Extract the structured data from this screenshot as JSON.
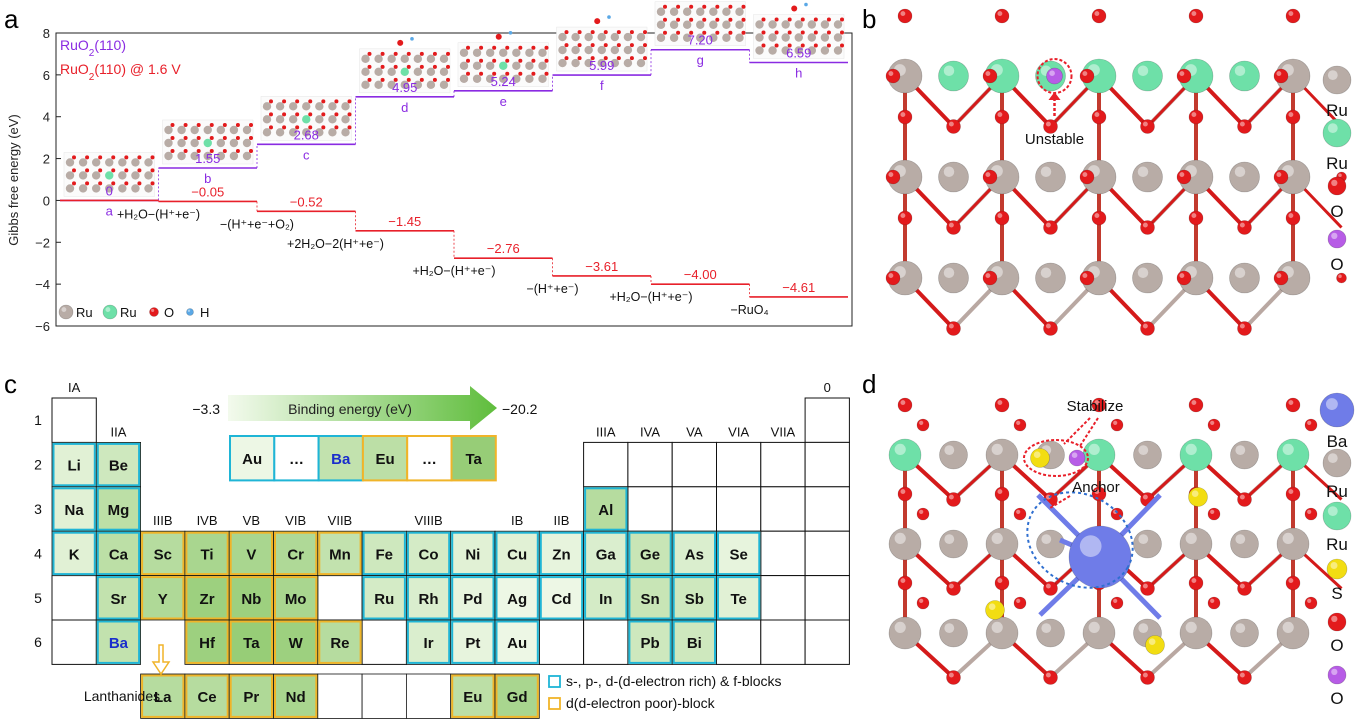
{
  "colors": {
    "purple": "#8a2be2",
    "red": "#e8202a",
    "ru_gray": "#b8aca6",
    "ru_green": "#6ee0a8",
    "oxygen": "#e31a1c",
    "hydrogen": "#5aa8e6",
    "purple_atom": "#b75ce6",
    "sulfur": "#f2dd12",
    "barium": "#6f7ce8",
    "cyan_border": "#1fb5d6",
    "orange_border": "#f0b429",
    "gradient_light": "#eaf6e0",
    "gradient_dark": "#5fbd3c"
  },
  "panels": {
    "a": {
      "letter": "a"
    },
    "b": {
      "letter": "b",
      "unstable_label": "Unstable"
    },
    "c": {
      "letter": "c"
    },
    "d": {
      "letter": "d",
      "stabilize_label": "Stabilize",
      "anchor_label": "Anchor"
    }
  },
  "chart_data": {
    "type": "step",
    "ylabel": "Gibbs free energy (eV)",
    "ylim": [
      -6,
      8
    ],
    "yticks": [
      -6,
      -4,
      -2,
      0,
      2,
      4,
      6,
      8
    ],
    "series": [
      {
        "name": "RuO2(110)",
        "name_sub": "2",
        "values": [
          0,
          1.55,
          2.68,
          4.95,
          5.24,
          5.99,
          7.2,
          6.59
        ],
        "labels": [
          "0",
          "1.55",
          "2.68",
          "4.95",
          "5.24",
          "5.99",
          "7.20",
          "6.59"
        ]
      },
      {
        "name": "RuO2(110) @ 1.6 V",
        "values": [
          0,
          -0.05,
          -0.52,
          -1.45,
          -2.76,
          -3.61,
          -4.0,
          -4.61
        ],
        "labels": [
          "0",
          "−0.05",
          "−0.52",
          "−1.45",
          "−2.76",
          "−3.61",
          "−4.00",
          "−4.61"
        ]
      }
    ],
    "state_labels": [
      "a",
      "b",
      "c",
      "d",
      "e",
      "f",
      "g",
      "h"
    ],
    "step_labels": [
      "+H₂O−(H⁺+e⁻)",
      "−(H⁺+e⁻+O₂)",
      "+2H₂O−2(H⁺+e⁻)",
      "+H₂O−(H⁺+e⁻)",
      "−(H⁺+e⁻)",
      "+H₂O−(H⁺+e⁻)",
      "−RuO₄"
    ],
    "legend": [
      {
        "label": "Ru",
        "color": "#b8aca6"
      },
      {
        "label": "Ru",
        "color": "#6ee0a8"
      },
      {
        "label": "O",
        "color": "#e31a1c"
      },
      {
        "label": "H",
        "color": "#5aa8e6"
      }
    ]
  },
  "legend_b": [
    {
      "label": "Ru",
      "color": "#b8aca6"
    },
    {
      "label": "Ru",
      "color": "#6ee0a8"
    },
    {
      "label": "O",
      "color": "#e31a1c"
    },
    {
      "label": "O",
      "color": "#b75ce6"
    }
  ],
  "legend_d": [
    {
      "label": "Ba",
      "color": "#6f7ce8"
    },
    {
      "label": "Ru",
      "color": "#b8aca6"
    },
    {
      "label": "Ru",
      "color": "#6ee0a8"
    },
    {
      "label": "S",
      "color": "#f2dd12"
    },
    {
      "label": "O",
      "color": "#e31a1c"
    },
    {
      "label": "O",
      "color": "#b75ce6"
    }
  ],
  "periodic": {
    "binding_title": "Binding energy (eV)",
    "binding_min": "−3.3",
    "binding_max": "−20.2",
    "row_numbers": [
      "1",
      "2",
      "3",
      "4",
      "5",
      "6"
    ],
    "group_labels": [
      {
        "t": "IA",
        "c": 1
      },
      {
        "t": "IIA",
        "c": 2
      },
      {
        "t": "IIIB",
        "c": 3
      },
      {
        "t": "IVB",
        "c": 4
      },
      {
        "t": "VB",
        "c": 5
      },
      {
        "t": "VIB",
        "c": 6
      },
      {
        "t": "VIIB",
        "c": 7
      },
      {
        "t": "VIIIB",
        "c": 9
      },
      {
        "t": "IB",
        "c": 11
      },
      {
        "t": "IIB",
        "c": 12
      },
      {
        "t": "IIIA",
        "c": 13
      },
      {
        "t": "IVA",
        "c": 14
      },
      {
        "t": "VA",
        "c": 15
      },
      {
        "t": "VIA",
        "c": 16
      },
      {
        "t": "VIIA",
        "c": 17
      },
      {
        "t": "0",
        "c": 18
      }
    ],
    "elements": [
      {
        "s": "Li",
        "r": 2,
        "c": 1,
        "b": "s",
        "v": 0.15
      },
      {
        "s": "Be",
        "r": 2,
        "c": 2,
        "b": "s",
        "v": 0.3
      },
      {
        "s": "Na",
        "r": 3,
        "c": 1,
        "b": "s",
        "v": 0.15
      },
      {
        "s": "Mg",
        "r": 3,
        "c": 2,
        "b": "s",
        "v": 0.45
      },
      {
        "s": "Al",
        "r": 3,
        "c": 13,
        "b": "s",
        "v": 0.5
      },
      {
        "s": "K",
        "r": 4,
        "c": 1,
        "b": "s",
        "v": 0.15
      },
      {
        "s": "Ca",
        "r": 4,
        "c": 2,
        "b": "s",
        "v": 0.45
      },
      {
        "s": "Sc",
        "r": 4,
        "c": 3,
        "b": "d",
        "v": 0.5
      },
      {
        "s": "Ti",
        "r": 4,
        "c": 4,
        "b": "d",
        "v": 0.6
      },
      {
        "s": "V",
        "r": 4,
        "c": 5,
        "b": "d",
        "v": 0.6
      },
      {
        "s": "Cr",
        "r": 4,
        "c": 6,
        "b": "d",
        "v": 0.55
      },
      {
        "s": "Mn",
        "r": 4,
        "c": 7,
        "b": "d",
        "v": 0.4
      },
      {
        "s": "Fe",
        "r": 4,
        "c": 8,
        "b": "s",
        "v": 0.3
      },
      {
        "s": "Co",
        "r": 4,
        "c": 9,
        "b": "s",
        "v": 0.25
      },
      {
        "s": "Ni",
        "r": 4,
        "c": 10,
        "b": "s",
        "v": 0.15
      },
      {
        "s": "Cu",
        "r": 4,
        "c": 11,
        "b": "s",
        "v": 0.15
      },
      {
        "s": "Zn",
        "r": 4,
        "c": 12,
        "b": "s",
        "v": 0.1
      },
      {
        "s": "Ga",
        "r": 4,
        "c": 13,
        "b": "s",
        "v": 0.2
      },
      {
        "s": "Ge",
        "r": 4,
        "c": 14,
        "b": "s",
        "v": 0.35
      },
      {
        "s": "As",
        "r": 4,
        "c": 15,
        "b": "s",
        "v": 0.2
      },
      {
        "s": "Se",
        "r": 4,
        "c": 16,
        "b": "s",
        "v": 0.1
      },
      {
        "s": "Sr",
        "r": 5,
        "c": 2,
        "b": "s",
        "v": 0.4
      },
      {
        "s": "Y",
        "r": 5,
        "c": 3,
        "b": "d",
        "v": 0.55
      },
      {
        "s": "Zr",
        "r": 5,
        "c": 4,
        "b": "d",
        "v": 0.7
      },
      {
        "s": "Nb",
        "r": 5,
        "c": 5,
        "b": "d",
        "v": 0.7
      },
      {
        "s": "Mo",
        "r": 5,
        "c": 6,
        "b": "d",
        "v": 0.6
      },
      {
        "s": "Ru",
        "r": 5,
        "c": 8,
        "b": "s",
        "v": 0.25
      },
      {
        "s": "Rh",
        "r": 5,
        "c": 9,
        "b": "s",
        "v": 0.2
      },
      {
        "s": "Pd",
        "r": 5,
        "c": 10,
        "b": "s",
        "v": 0.1
      },
      {
        "s": "Ag",
        "r": 5,
        "c": 11,
        "b": "s",
        "v": 0.05
      },
      {
        "s": "Cd",
        "r": 5,
        "c": 12,
        "b": "s",
        "v": 0.05
      },
      {
        "s": "In",
        "r": 5,
        "c": 13,
        "b": "s",
        "v": 0.25
      },
      {
        "s": "Sn",
        "r": 5,
        "c": 14,
        "b": "s",
        "v": 0.35
      },
      {
        "s": "Sb",
        "r": 5,
        "c": 15,
        "b": "s",
        "v": 0.3
      },
      {
        "s": "Te",
        "r": 5,
        "c": 16,
        "b": "s",
        "v": 0.15
      },
      {
        "s": "Ba",
        "r": 6,
        "c": 2,
        "b": "s",
        "v": 0.4,
        "blue": true
      },
      {
        "s": "Hf",
        "r": 6,
        "c": 4,
        "b": "d",
        "v": 0.7
      },
      {
        "s": "Ta",
        "r": 6,
        "c": 5,
        "b": "d",
        "v": 0.75
      },
      {
        "s": "W",
        "r": 6,
        "c": 6,
        "b": "d",
        "v": 0.7
      },
      {
        "s": "Re",
        "r": 6,
        "c": 7,
        "b": "d",
        "v": 0.5
      },
      {
        "s": "Ir",
        "r": 6,
        "c": 9,
        "b": "s",
        "v": 0.2
      },
      {
        "s": "Pt",
        "r": 6,
        "c": 10,
        "b": "s",
        "v": 0.1
      },
      {
        "s": "Au",
        "r": 6,
        "c": 11,
        "b": "s",
        "v": 0.05
      },
      {
        "s": "Pb",
        "r": 6,
        "c": 14,
        "b": "s",
        "v": 0.3
      },
      {
        "s": "Bi",
        "r": 6,
        "c": 15,
        "b": "s",
        "v": 0.3
      }
    ],
    "empty_cells": [
      {
        "r": 1,
        "c": 1
      },
      {
        "r": 1,
        "c": 18
      },
      {
        "r": 2,
        "c": 13
      },
      {
        "r": 2,
        "c": 14
      },
      {
        "r": 2,
        "c": 15
      },
      {
        "r": 2,
        "c": 16
      },
      {
        "r": 2,
        "c": 17
      },
      {
        "r": 2,
        "c": 18
      },
      {
        "r": 3,
        "c": 14
      },
      {
        "r": 3,
        "c": 15
      },
      {
        "r": 3,
        "c": 16
      },
      {
        "r": 3,
        "c": 17
      },
      {
        "r": 3,
        "c": 18
      },
      {
        "r": 4,
        "c": 17
      },
      {
        "r": 4,
        "c": 18
      },
      {
        "r": 5,
        "c": 1
      },
      {
        "r": 5,
        "c": 7
      },
      {
        "r": 5,
        "c": 17
      },
      {
        "r": 5,
        "c": 18
      },
      {
        "r": 6,
        "c": 1
      },
      {
        "r": 6,
        "c": 8
      },
      {
        "r": 6,
        "c": 12
      },
      {
        "r": 6,
        "c": 13
      },
      {
        "r": 6,
        "c": 16
      },
      {
        "r": 6,
        "c": 17
      },
      {
        "r": 6,
        "c": 18
      }
    ],
    "lanthanides_label": "Lanthanides",
    "lanthanides": [
      {
        "s": "La",
        "c": 3,
        "b": "d",
        "v": 0.5
      },
      {
        "s": "Ce",
        "c": 4,
        "b": "d",
        "v": 0.5
      },
      {
        "s": "Pr",
        "c": 5,
        "b": "d",
        "v": 0.55
      },
      {
        "s": "Nd",
        "c": 6,
        "b": "d",
        "v": 0.6
      },
      {
        "s": "",
        "c": 7,
        "b": "none",
        "v": 0
      },
      {
        "s": "",
        "c": 8,
        "b": "none",
        "v": 0
      },
      {
        "s": "",
        "c": 9,
        "b": "none",
        "v": 0
      },
      {
        "s": "Eu",
        "c": 10,
        "b": "d",
        "v": 0.45
      },
      {
        "s": "Gd",
        "c": 11,
        "b": "d",
        "v": 0.6
      }
    ],
    "ranking": [
      {
        "s": "Au",
        "b": "s",
        "v": 0.05
      },
      {
        "s": "…",
        "b": "s",
        "v": 0
      },
      {
        "s": "Ba",
        "b": "s",
        "v": 0.4,
        "blue": true
      },
      {
        "s": "Eu",
        "b": "d",
        "v": 0.45
      },
      {
        "s": "…",
        "b": "d",
        "v": 0
      },
      {
        "s": "Ta",
        "b": "d",
        "v": 0.75
      }
    ],
    "legend_cyan": "s-, p-, d-(d-electron rich) & f-blocks",
    "legend_orange": "d(d-electron poor)-block"
  }
}
